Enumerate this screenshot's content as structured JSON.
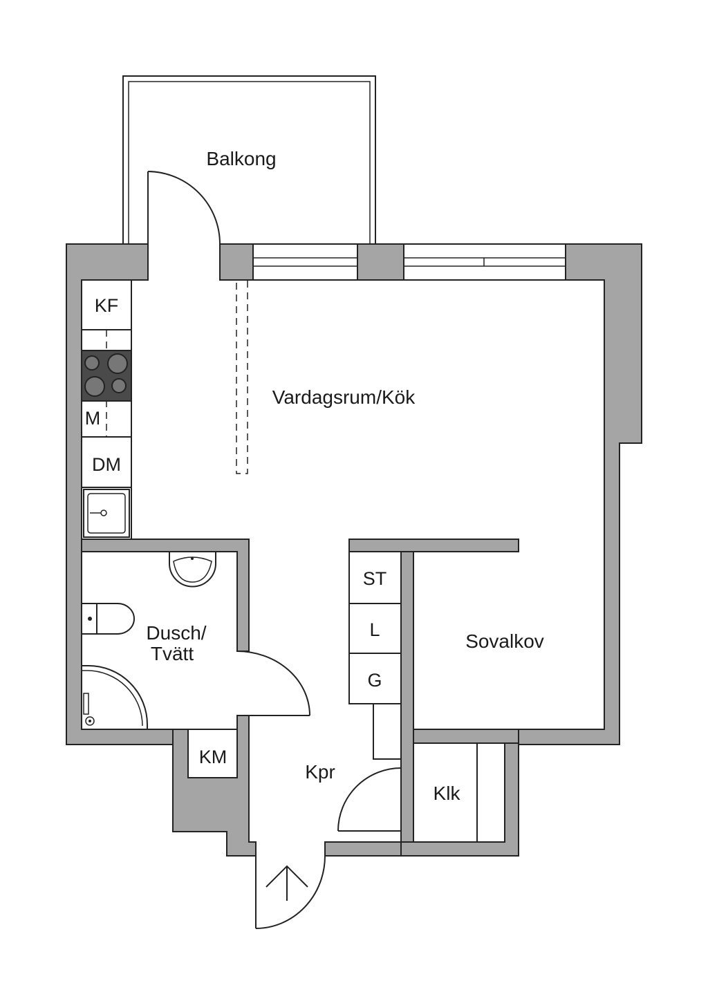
{
  "rooms": {
    "balcony": "Balkong",
    "living_kitchen": "Vardagsrum/Kök",
    "bath_line1": "Dusch/",
    "bath_line2": "Tvätt",
    "alcove": "Sovalkov",
    "hall": "Kpr",
    "closet": "Klk"
  },
  "fixtures": {
    "fridge_freezer": "KF",
    "microwave": "M",
    "dishwasher": "DM",
    "wardrobe_st": "ST",
    "wardrobe_l": "L",
    "wardrobe_g": "G",
    "washer": "KM"
  },
  "colors": {
    "wall": "#a5a5a5",
    "line": "#222222",
    "stove": "#4a4a4a"
  }
}
